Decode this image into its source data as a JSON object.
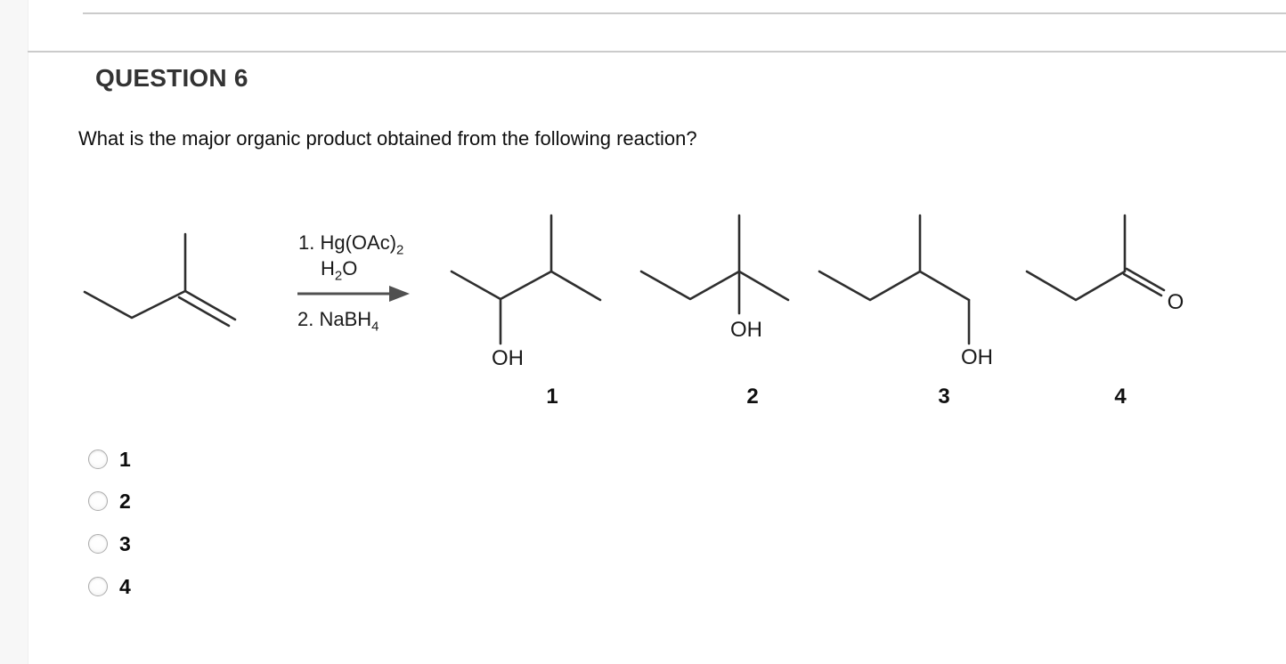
{
  "question": {
    "heading": "QUESTION 6",
    "prompt": "What is the major organic product obtained from the following reaction?"
  },
  "scheme": {
    "reagent_step1": {
      "main": "1. Hg(OAc)",
      "sub": "2"
    },
    "reagent_solvent": {
      "main": "H",
      "sub": "2",
      "tail": "O"
    },
    "reagent_step2": {
      "main": "2. NaBH",
      "sub": "4"
    },
    "products": [
      {
        "label": "1",
        "atom_label": "OH"
      },
      {
        "label": "2",
        "atom_label": "OH"
      },
      {
        "label": "3",
        "atom_label": "OH"
      },
      {
        "label": "4",
        "atom_label": "O"
      }
    ]
  },
  "options": [
    {
      "label": "1",
      "selected": false
    },
    {
      "label": "2",
      "selected": false
    },
    {
      "label": "3",
      "selected": false
    },
    {
      "label": "4",
      "selected": false
    }
  ],
  "colors": {
    "bond": "#2e2e2e",
    "arrow": "#505050",
    "divider": "#cbcbcb",
    "gutter_bg": "#f7f7f7",
    "heading_text": "#333333",
    "body_text": "#0f0f0f"
  }
}
